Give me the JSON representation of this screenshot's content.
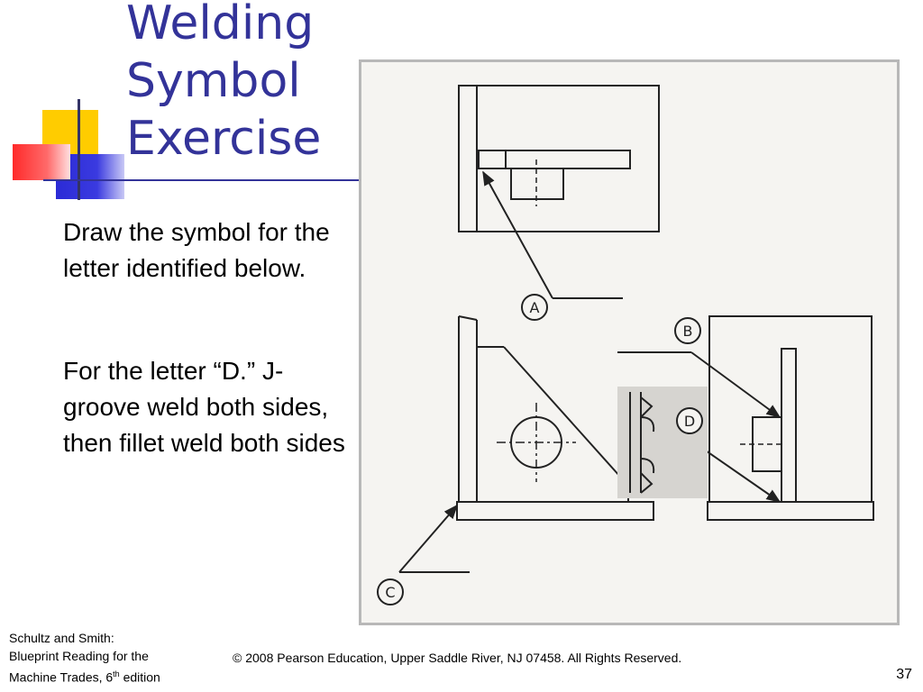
{
  "slide": {
    "title_lines": [
      "Welding",
      "Symbol",
      "Exercise"
    ],
    "paragraph_1": "Draw the symbol for the letter identified below.",
    "paragraph_2": "For the letter “D.”  J-groove weld both sides, then fillet weld both sides",
    "page_number": "37"
  },
  "footer": {
    "source_line_1": "Schultz and Smith:",
    "source_line_2": "Blueprint Reading for the",
    "source_line_3_prefix": "Machine Trades, 6",
    "source_line_3_sup": "th",
    "source_line_3_suffix": " edition",
    "copyright": "© 2008 Pearson Education, Upper Saddle River, NJ 07458. All Rights Reserved."
  },
  "drawing": {
    "callouts": [
      "A",
      "B",
      "C",
      "D"
    ]
  },
  "colors": {
    "title": "#333399",
    "deco_yellow": "#ffcc00",
    "deco_blue": "#3333cc",
    "deco_red": "#ff3333",
    "rule": "#333399"
  }
}
